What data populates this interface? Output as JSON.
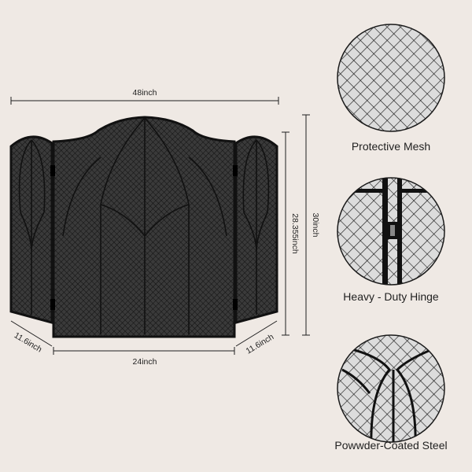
{
  "dimensions": {
    "overall_width": "48inch",
    "center_height": "28.355inch",
    "overall_height": "30inch",
    "left_panel_width": "11.6inch",
    "center_panel_width": "24inch",
    "right_panel_width": "11.6inch"
  },
  "features": [
    {
      "label": "Protective Mesh",
      "icon": "mesh-detail-icon"
    },
    {
      "label": "Heavy - Duty Hinge",
      "icon": "hinge-detail-icon"
    },
    {
      "label": "Powwder-Coated Steel",
      "icon": "steel-detail-icon"
    }
  ],
  "colors": {
    "background": "#efe9e4",
    "frame": "#1a1a1a",
    "mesh": "#2e2e2e",
    "detail_circle": "#d9d9d9"
  }
}
